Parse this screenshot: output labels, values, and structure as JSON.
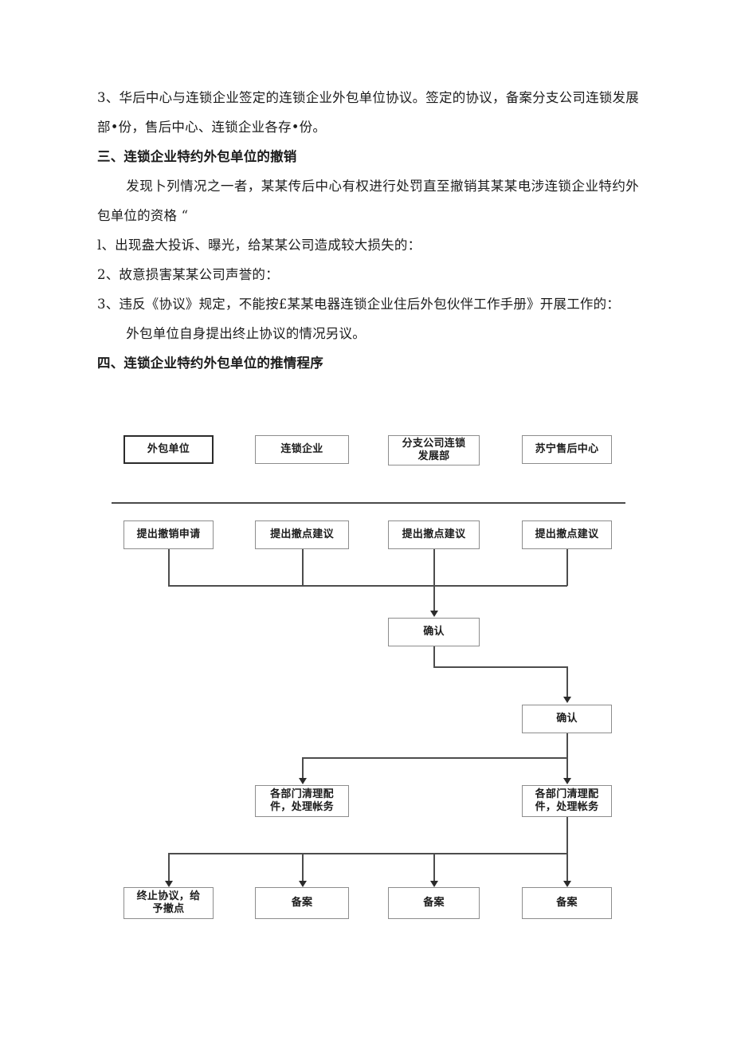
{
  "document": {
    "paragraphs": [
      {
        "id": "p1",
        "text": "3、华后中心与连锁企业签定的连锁企业外包单位协议。签定的协议，备案分支公司连锁发展部•份，售后中心、连锁企业各存•份。",
        "style": "normal"
      },
      {
        "id": "p2",
        "text": "三、连锁企业特约外包单位的撤销",
        "style": "heading"
      },
      {
        "id": "p3",
        "text": "发现卜列情况之一者，某某传后中心有权进行处罚直至撤销其某某电涉连锁企业特约外包单位的资格 “",
        "style": "indent"
      },
      {
        "id": "p4",
        "text": "l、出现盎大投诉、曝光，给某某公司造成较大损失的：",
        "style": "normal"
      },
      {
        "id": "p5",
        "text": "2、故意损害某某公司声誉的：",
        "style": "normal"
      },
      {
        "id": "p6",
        "text": "3、违反《协议》规定，不能按£某某电器连锁企业住后外包伙伴工作手册》开展工作的：",
        "style": "normal"
      },
      {
        "id": "p7",
        "text": "外包单位自身提出终止协议的情况另议。",
        "style": "indent"
      },
      {
        "id": "p8",
        "text": "四、连锁企业特约外包单位的推情程序",
        "style": "heading"
      }
    ]
  },
  "flowchart": {
    "lane_headers": [
      {
        "label": "外包单位"
      },
      {
        "label": "连锁企业"
      },
      {
        "label": "分支公司连锁\n发展部"
      },
      {
        "label": "苏宁售后中心"
      }
    ],
    "row_requests": [
      {
        "label": "提出撤销申请"
      },
      {
        "label": "提出撤点建议"
      },
      {
        "label": "提出撤点建议"
      },
      {
        "label": "提出撤点建议"
      }
    ],
    "confirm_1": {
      "label": "确认"
    },
    "confirm_2": {
      "label": "确认"
    },
    "cleanup": [
      {
        "label": "各部门清理配\n件，处理帐务"
      },
      {
        "label": "各部门清理配\n件，处理帐务"
      }
    ],
    "bottom_row": [
      {
        "label": "终止协议，给\n予撤点"
      },
      {
        "label": "备案"
      },
      {
        "label": "备案"
      },
      {
        "label": "备案"
      }
    ],
    "colors": {
      "box_border": "#8d8d8d",
      "box_border_strong": "#2b2b2b",
      "connector": "#4d4d4d",
      "separator": "#4a4a4a",
      "text": "#1c1c1c"
    }
  }
}
